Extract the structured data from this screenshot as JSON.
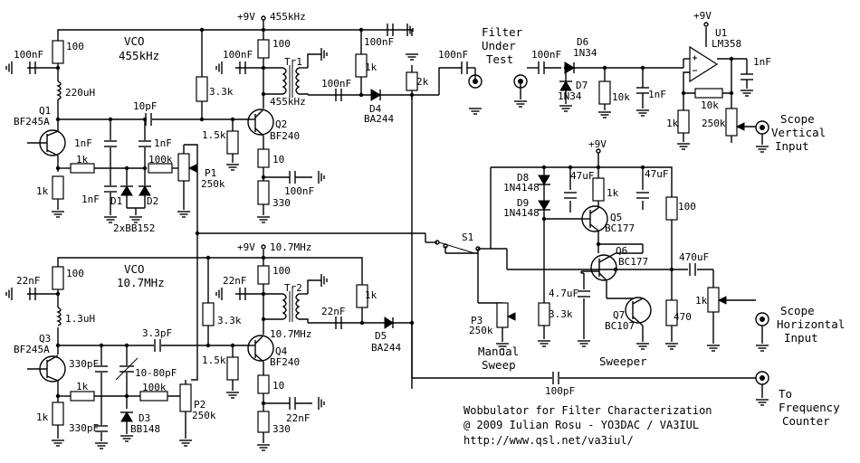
{
  "title_block": {
    "line1": "Wobbulator for Filter Characterization",
    "line2": "@ 2009 Iulian Rosu - YO3DAC / VA3IUL",
    "line3": "http://www.qsl.net/va3iul/"
  },
  "vco1": {
    "title1": "VCO",
    "title2": "455kHz"
  },
  "vco2": {
    "title1": "VCO",
    "title2": "10.7MHz"
  },
  "supply": {
    "label": "+9V"
  },
  "labels": {
    "vco1_freq": "455kHz",
    "vco1_out_freq": "455kHz",
    "vco2_freq": "10.7MHz",
    "vco2_out_freq": "10.7MHz",
    "filter_line1": "Filter",
    "filter_line2": "Under",
    "filter_line3": "Test",
    "manual_line1": "Manual",
    "manual_line2": "Sweep",
    "sweeper": "Sweeper",
    "scope_v1": "Scope",
    "scope_v2": "Vertical",
    "scope_v3": "Input",
    "scope_h1": "Scope",
    "scope_h2": "Horizontal",
    "scope_h3": "Input",
    "freq1": "To",
    "freq2": "Frequency",
    "freq3": "Counter"
  },
  "parts": {
    "c_100nf": "100nF",
    "r_100": "100",
    "l_220uh": "220uH",
    "q1": "Q1",
    "q1_type": "BF245A",
    "c_10pf": "10pF",
    "c_1nf": "1nF",
    "r_1k": "1k",
    "r_100k": "100k",
    "d1": "D1",
    "d2": "D2",
    "d12_type": "2xBB152",
    "r_3_3k": "3.3k",
    "r_1_5k": "1.5k",
    "p1": "P1",
    "r_250k": "250k",
    "q2": "Q2",
    "q2_type": "BF240",
    "tr1": "Tr1",
    "r_10": "10",
    "r_330": "330",
    "d4": "D4",
    "d4_type": "BA244",
    "r_2k": "2k",
    "d6": "D6",
    "d6_type": "1N34",
    "d7": "D7",
    "d7_type": "1N34",
    "r_10k": "10k",
    "u1": "U1",
    "u1_type": "LM358",
    "r_250k_2": "250k",
    "c_22nf": "22nF",
    "l_1_3uh": "1.3uH",
    "q3": "Q3",
    "q3_type": "BF245A",
    "c_3_3pf": "3.3pF",
    "c_330pf": "330pF",
    "c_trim": "10-80pF",
    "d3": "D3",
    "d3_type": "BB148",
    "p2": "P2",
    "q4": "Q4",
    "q4_type": "BF240",
    "tr2": "Tr2",
    "d5": "D5",
    "d5_type": "BA244",
    "c_100pf": "100pF",
    "s1": "S1",
    "d8": "D8",
    "d8_type": "1N4148",
    "d9": "D9",
    "d9_type": "1N4148",
    "c_47uf": "47uF",
    "q5": "Q5",
    "q5_type": "BC177",
    "q6": "Q6",
    "q6_type": "BC177",
    "q7": "Q7",
    "q7_type": "BC107",
    "c_4_7uf": "4.7uF",
    "c_470uf": "470uF",
    "r_470": "470",
    "p3": "P3"
  }
}
